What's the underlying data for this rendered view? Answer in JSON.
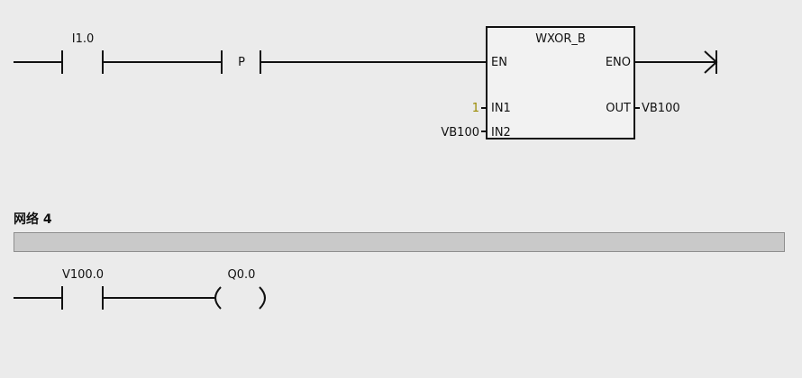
{
  "network3": {
    "contact1_label": "I1.0",
    "pos_edge_label": "P",
    "block": {
      "title": "WXOR_B",
      "en": "EN",
      "eno": "ENO",
      "in1": "IN1",
      "in2": "IN2",
      "out": "OUT",
      "in1_value": "1",
      "in2_value": "VB100",
      "out_value": "VB100"
    }
  },
  "network4": {
    "title": "网络 4",
    "contact_label": "V100.0",
    "coil_label": "Q0.0"
  },
  "colors": {
    "constant": "#9a8a00",
    "background": "#ebebeb"
  }
}
